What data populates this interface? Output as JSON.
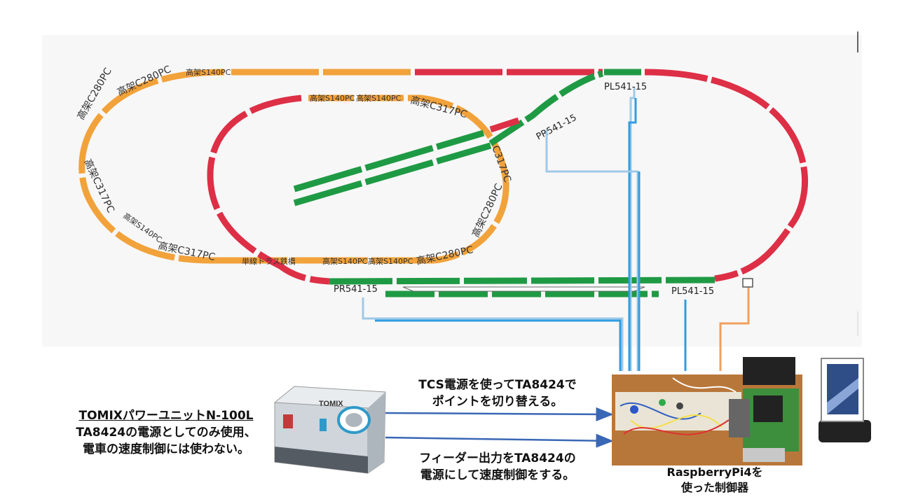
{
  "colors": {
    "track_orange": "#f2a23a",
    "track_red": "#dd2f46",
    "track_green": "#1f9a44",
    "wire_blue": "#2f9de0",
    "wire_orange": "#f0a060",
    "arrow_blue": "#3a67b5"
  },
  "track_labels": {
    "outer_s140_top": "高架S140PC",
    "outer_c280_a": "高架C280PC",
    "outer_c280_b": "高架C280PC",
    "outer_c317_left": "高架C317PC",
    "outer_s140_left": "高架S140PC",
    "outer_c317_bottom": "高架C317PC",
    "truss_bridge": "単線トラス鉄橋",
    "bottom_s140_a": "高架S140PC",
    "bottom_s140_b": "高架S140PC",
    "bottom_c280": "高架C280PC",
    "inner_s140_a": "高架S140PC",
    "inner_s140_b": "高架S140PC",
    "inner_c317_top": "高架C317PC",
    "inner_c317_right": "C317PC",
    "inner_c280_right": "高架C280PC"
  },
  "points": {
    "pl_top": "PL541-15",
    "pr_top": "PR541-15",
    "pr_bottom": "PR541-15",
    "pl_bottom": "PL541-15"
  },
  "power_unit": {
    "brand": "TOMIX",
    "title": "TOMIXパワーユニットN-100L",
    "line2": "TA8424の電源としてのみ使用、",
    "line3": "電車の速度制御には使わない。"
  },
  "arrow_captions": {
    "top_line1": "TCS電源を使ってTA8424で",
    "top_line2": "ポイントを切り替える。",
    "bottom_line1": "フィーダー出力をTA8424の",
    "bottom_line2": "電源にして速度制御をする。"
  },
  "controller": {
    "line1": "RaspberryPi4を",
    "line2": "使った制御器"
  }
}
